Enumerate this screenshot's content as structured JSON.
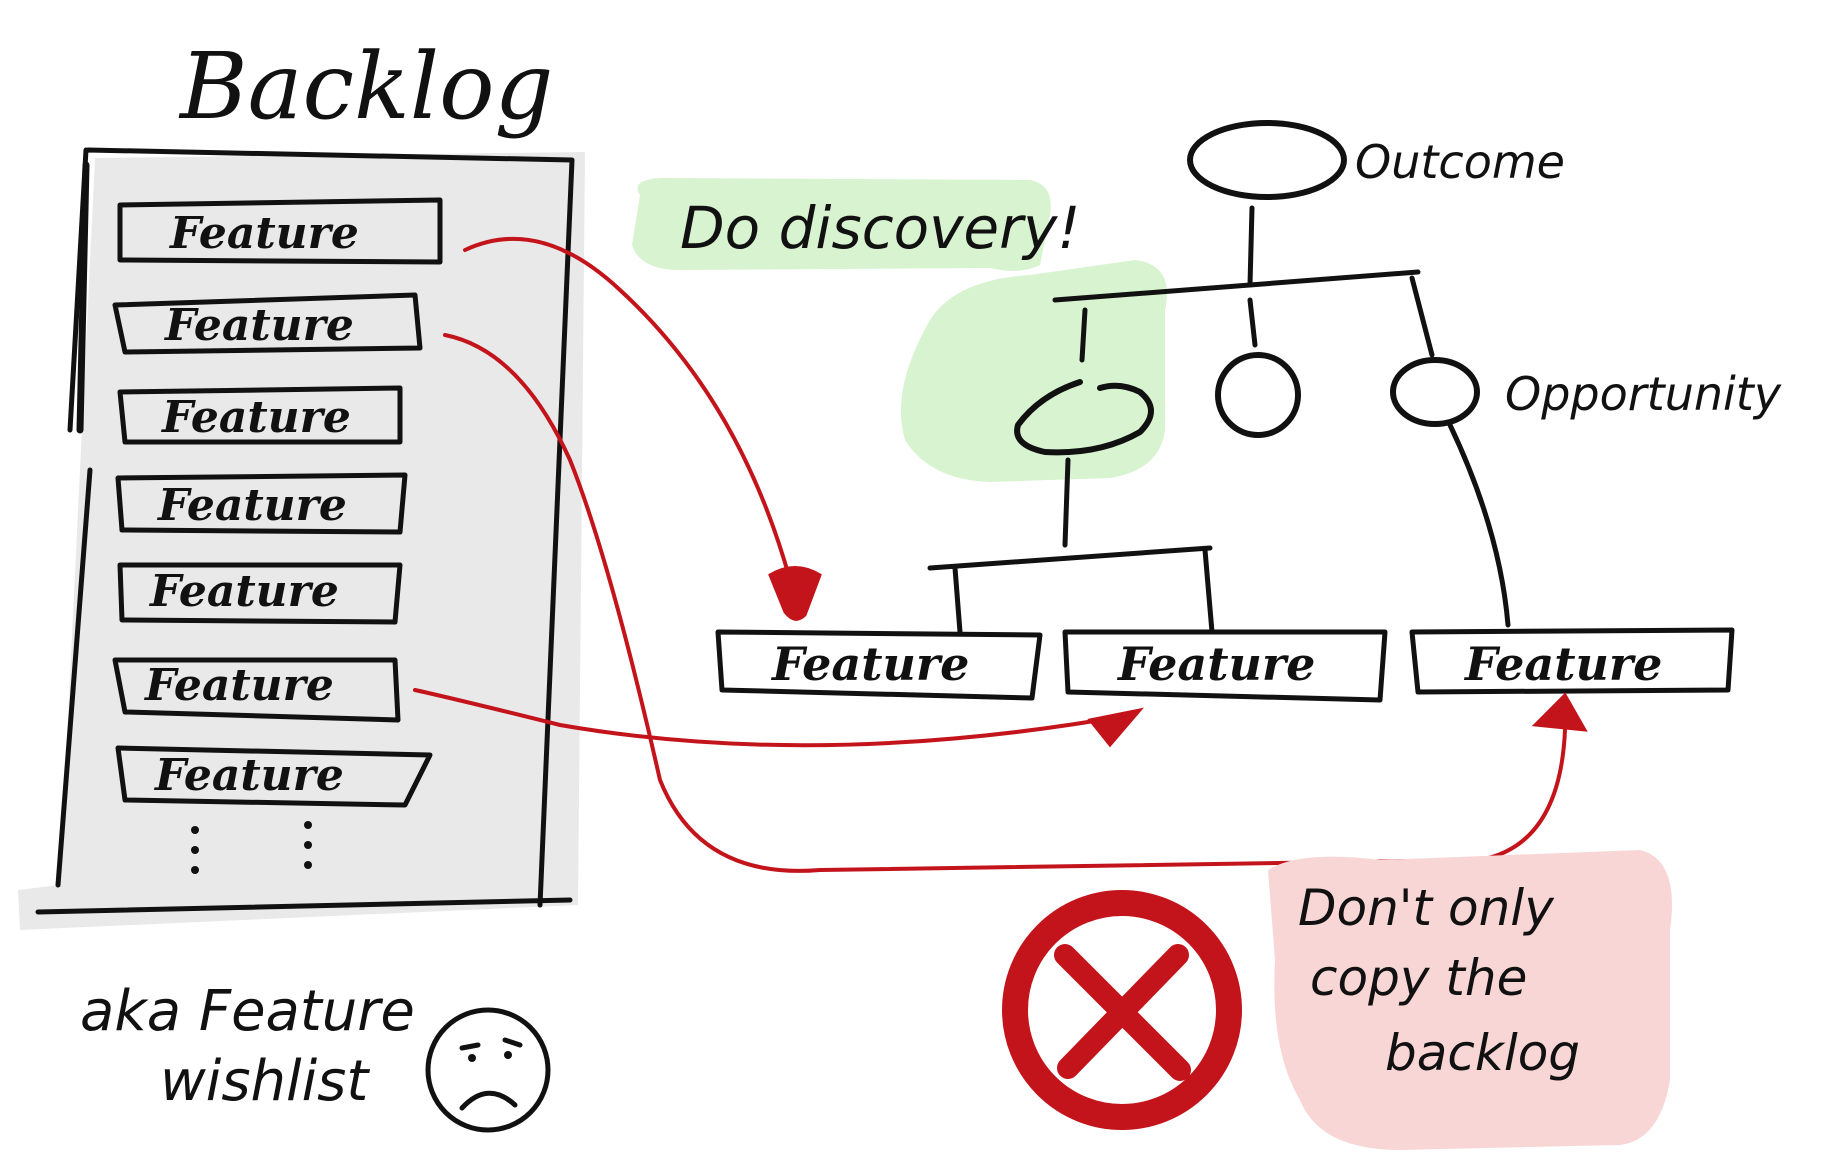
{
  "backlog": {
    "title": "Backlog",
    "items": [
      "Feature",
      "Feature",
      "Feature",
      "Feature",
      "Feature",
      "Feature",
      "Feature"
    ],
    "caption_line1": "aka Feature",
    "caption_line2": "wishlist"
  },
  "tree": {
    "outcome_label": "Outcome",
    "opportunity_label": "Opportunity",
    "features": [
      "Feature",
      "Feature",
      "Feature"
    ]
  },
  "notes": {
    "do_label": "Do discovery!",
    "dont_line1": "Don't only",
    "dont_line2": "copy the",
    "dont_line3": "backlog"
  },
  "colors": {
    "ink": "#111111",
    "arrow_red": "#c4141b",
    "highlight_green": "#d8f3d0",
    "highlight_pink": "#f8d6d6",
    "panel_shadow": "#e9e9e9"
  },
  "icons": {
    "no_symbol": "x-circle-icon",
    "sad_face": "sad-face-icon"
  }
}
